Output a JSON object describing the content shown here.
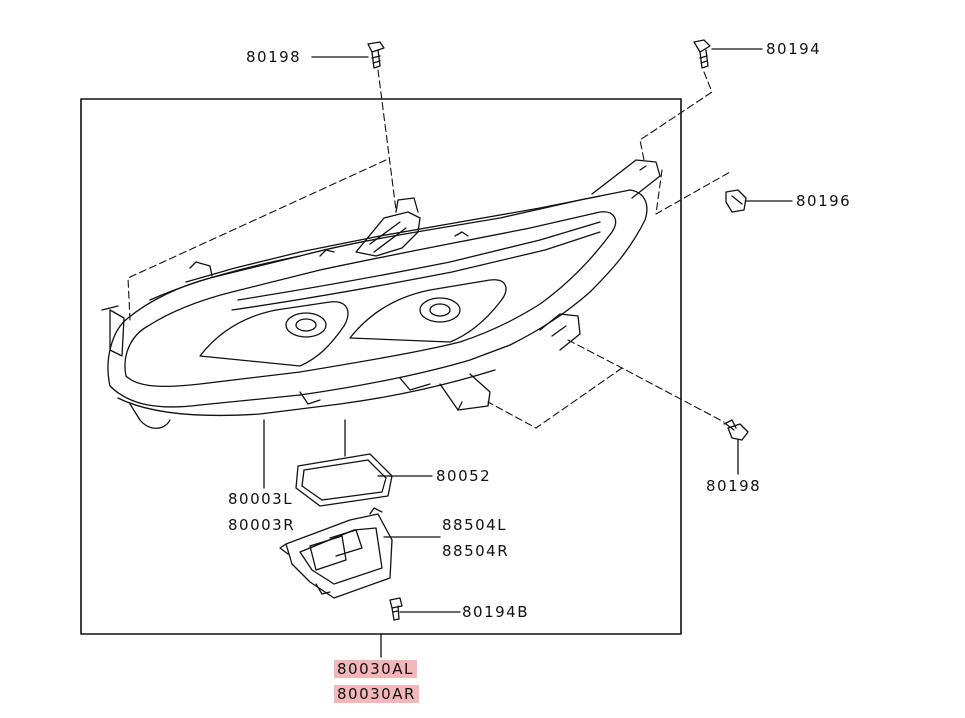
{
  "callouts": {
    "bolt_top_center": "80198",
    "bolt_top_right": "80194",
    "clip_right": "80196",
    "bolt_lower_right": "80198",
    "gasket": "80052",
    "lamp_left": "80003L",
    "lamp_right": "80003R",
    "module_left": "88504L",
    "module_right": "88504R",
    "module_screw": "80194B"
  },
  "assembly": {
    "left": "80030AL",
    "right": "80030AR",
    "highlight_color": "#f2b7b9"
  },
  "colors": {
    "line": "#111111",
    "background": "#ffffff"
  }
}
